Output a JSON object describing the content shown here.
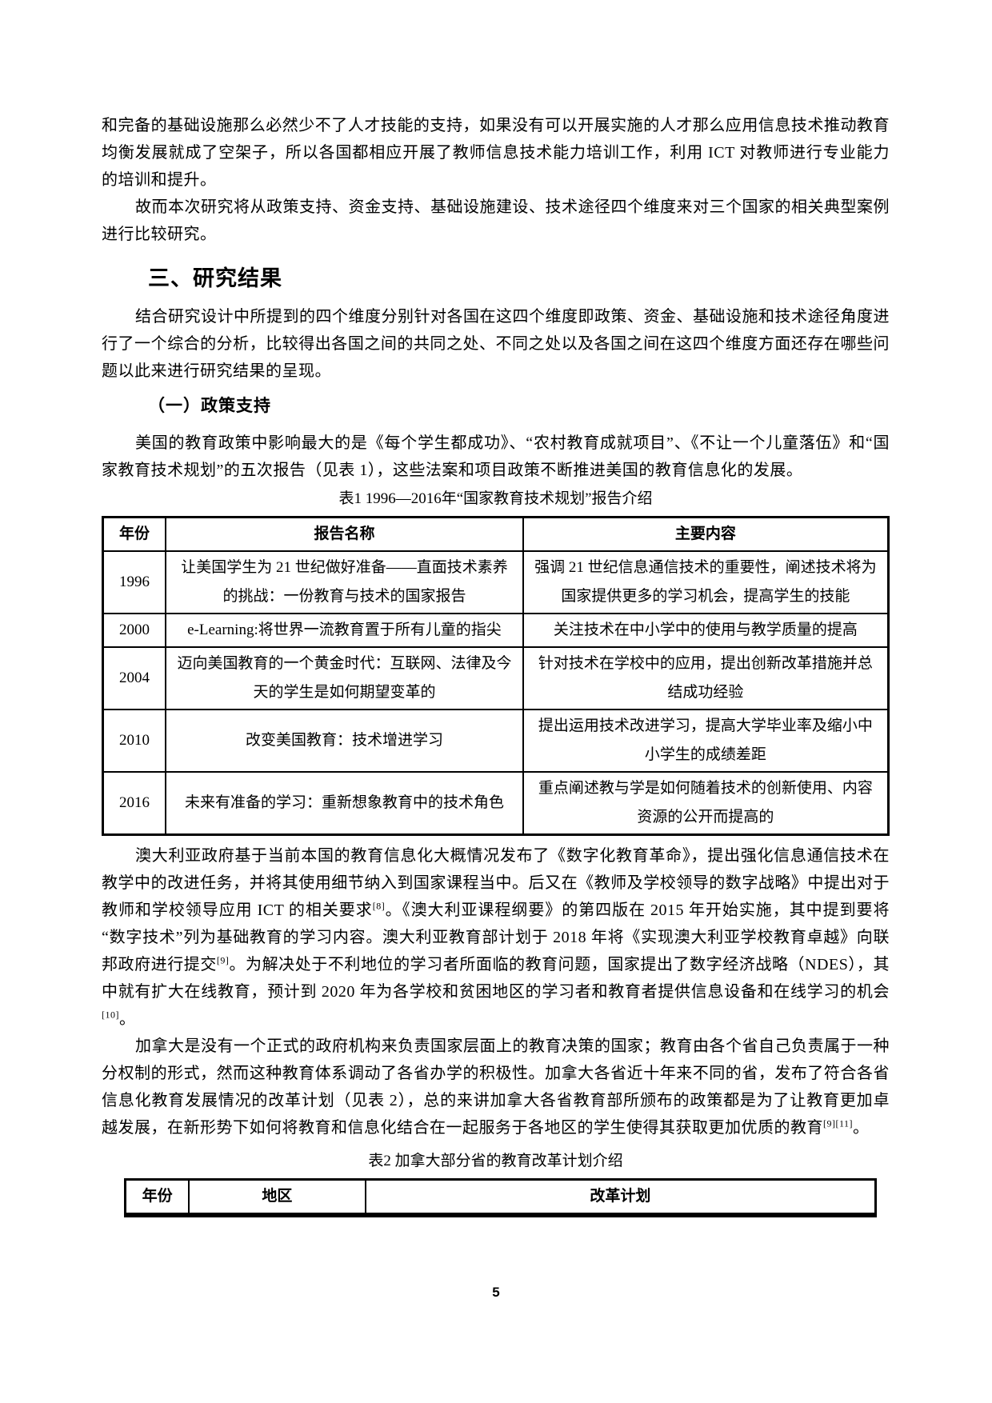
{
  "colors": {
    "background": "#ffffff",
    "text": "#000000",
    "table_border": "#000000"
  },
  "page": {
    "number": "5"
  },
  "intro": {
    "p1": "和完备的基础设施那么必然少不了人才技能的支持，如果没有可以开展实施的人才那么应用信息技术推动教育均衡发展就成了空架子，所以各国都相应开展了教师信息技术能力培训工作，利用 ICT 对教师进行专业能力的培训和提升。",
    "p2": "故而本次研究将从政策支持、资金支持、基础设施建设、技术途径四个维度来对三个国家的相关典型案例进行比较研究。"
  },
  "section": {
    "heading": "三、研究结果",
    "p1": "结合研究设计中所提到的四个维度分别针对各国在这四个维度即政策、资金、基础设施和技术途径角度进行了一个综合的分析，比较得出各国之间的共同之处、不同之处以及各国之间在这四个维度方面还存在哪些问题以此来进行研究结果的呈现。",
    "sub_heading": "（一）政策支持",
    "p_us": "美国的教育政策中影响最大的是《每个学生都成功》、“农村教育成就项目”、《不让一个儿童落伍》和“国家教育技术规划”的五次报告（见表 1），这些法案和项目政策不断推进美国的教育信息化的发展。"
  },
  "table1": {
    "caption": "表1 1996—2016年“国家教育技术规划”报告介绍",
    "headers": [
      "年份",
      "报告名称",
      "主要内容"
    ],
    "rows": [
      {
        "year": "1996",
        "name": "让美国学生为 21 世纪做好准备——直面技术素养的挑战：一份教育与技术的国家报告",
        "content": "强调 21 世纪信息通信技术的重要性，阐述技术将为国家提供更多的学习机会，提高学生的技能"
      },
      {
        "year": "2000",
        "name": "e-Learning:将世界一流教育置于所有儿童的指尖",
        "content": "关注技术在中小学中的使用与教学质量的提高"
      },
      {
        "year": "2004",
        "name": "迈向美国教育的一个黄金时代：互联网、法律及今天的学生是如何期望变革的",
        "content": "针对技术在学校中的应用，提出创新改革措施并总结成功经验"
      },
      {
        "year": "2010",
        "name": "改变美国教育：技术增进学习",
        "content": "提出运用技术改进学习，提高大学毕业率及缩小中小学生的成绩差距"
      },
      {
        "year": "2016",
        "name": "未来有准备的学习：重新想象教育中的技术角色",
        "content": "重点阐述教与学是如何随着技术的创新使用、内容资源的公开而提高的"
      }
    ]
  },
  "australia_paragraph": {
    "segments": [
      {
        "text": "澳大利亚政府基于当前本国的教育信息化大概情况发布了《数字化教育革命》，提出强化信息通信技术在教学中的改进任务，并将其使用细节纳入到国家课程当中。后又在《教师及学校领导的数字战略》中提出对于教师和学校领导应用 ICT 的相关要求"
      },
      {
        "sup": "[8]"
      },
      {
        "text": "。《澳大利亚课程纲要》的第四版在 2015 年开始实施，其中提到要将“数字技术”列为基础教育的学习内容。澳大利亚教育部计划于 2018 年将《实现澳大利亚学校教育卓越》向联邦政府进行提交"
      },
      {
        "sup": "[9]"
      },
      {
        "text": "。为解决处于不利地位的学习者所面临的教育问题，国家提出了数字经济战略（NDES），其中就有扩大在线教育，预计到 2020 年为各学校和贫困地区的学习者和教育者提供信息设备和在线学习的机会"
      },
      {
        "sup": "[10]"
      },
      {
        "text": "。"
      }
    ]
  },
  "canada_paragraph": {
    "segments": [
      {
        "text": "加拿大是没有一个正式的政府机构来负责国家层面上的教育决策的国家；教育由各个省自己负责属于一种分权制的形式，然而这种教育体系调动了各省办学的积极性。加拿大各省近十年来不同的省，发布了符合各省信息化教育发展情况的改革计划（见表 2），总的来讲加拿大各省教育部所颁布的政策都是为了让教育更加卓越发展，在新形势下如何将教育和信息化结合在一起服务于各地区的学生使得其获取更加优质的教育"
      },
      {
        "sup": "[9]"
      },
      {
        "sup": "[11]"
      },
      {
        "text": "。"
      }
    ]
  },
  "table2": {
    "caption": "表2 加拿大部分省的教育改革计划介绍",
    "headers": [
      "年份",
      "地区",
      "改革计划"
    ]
  }
}
